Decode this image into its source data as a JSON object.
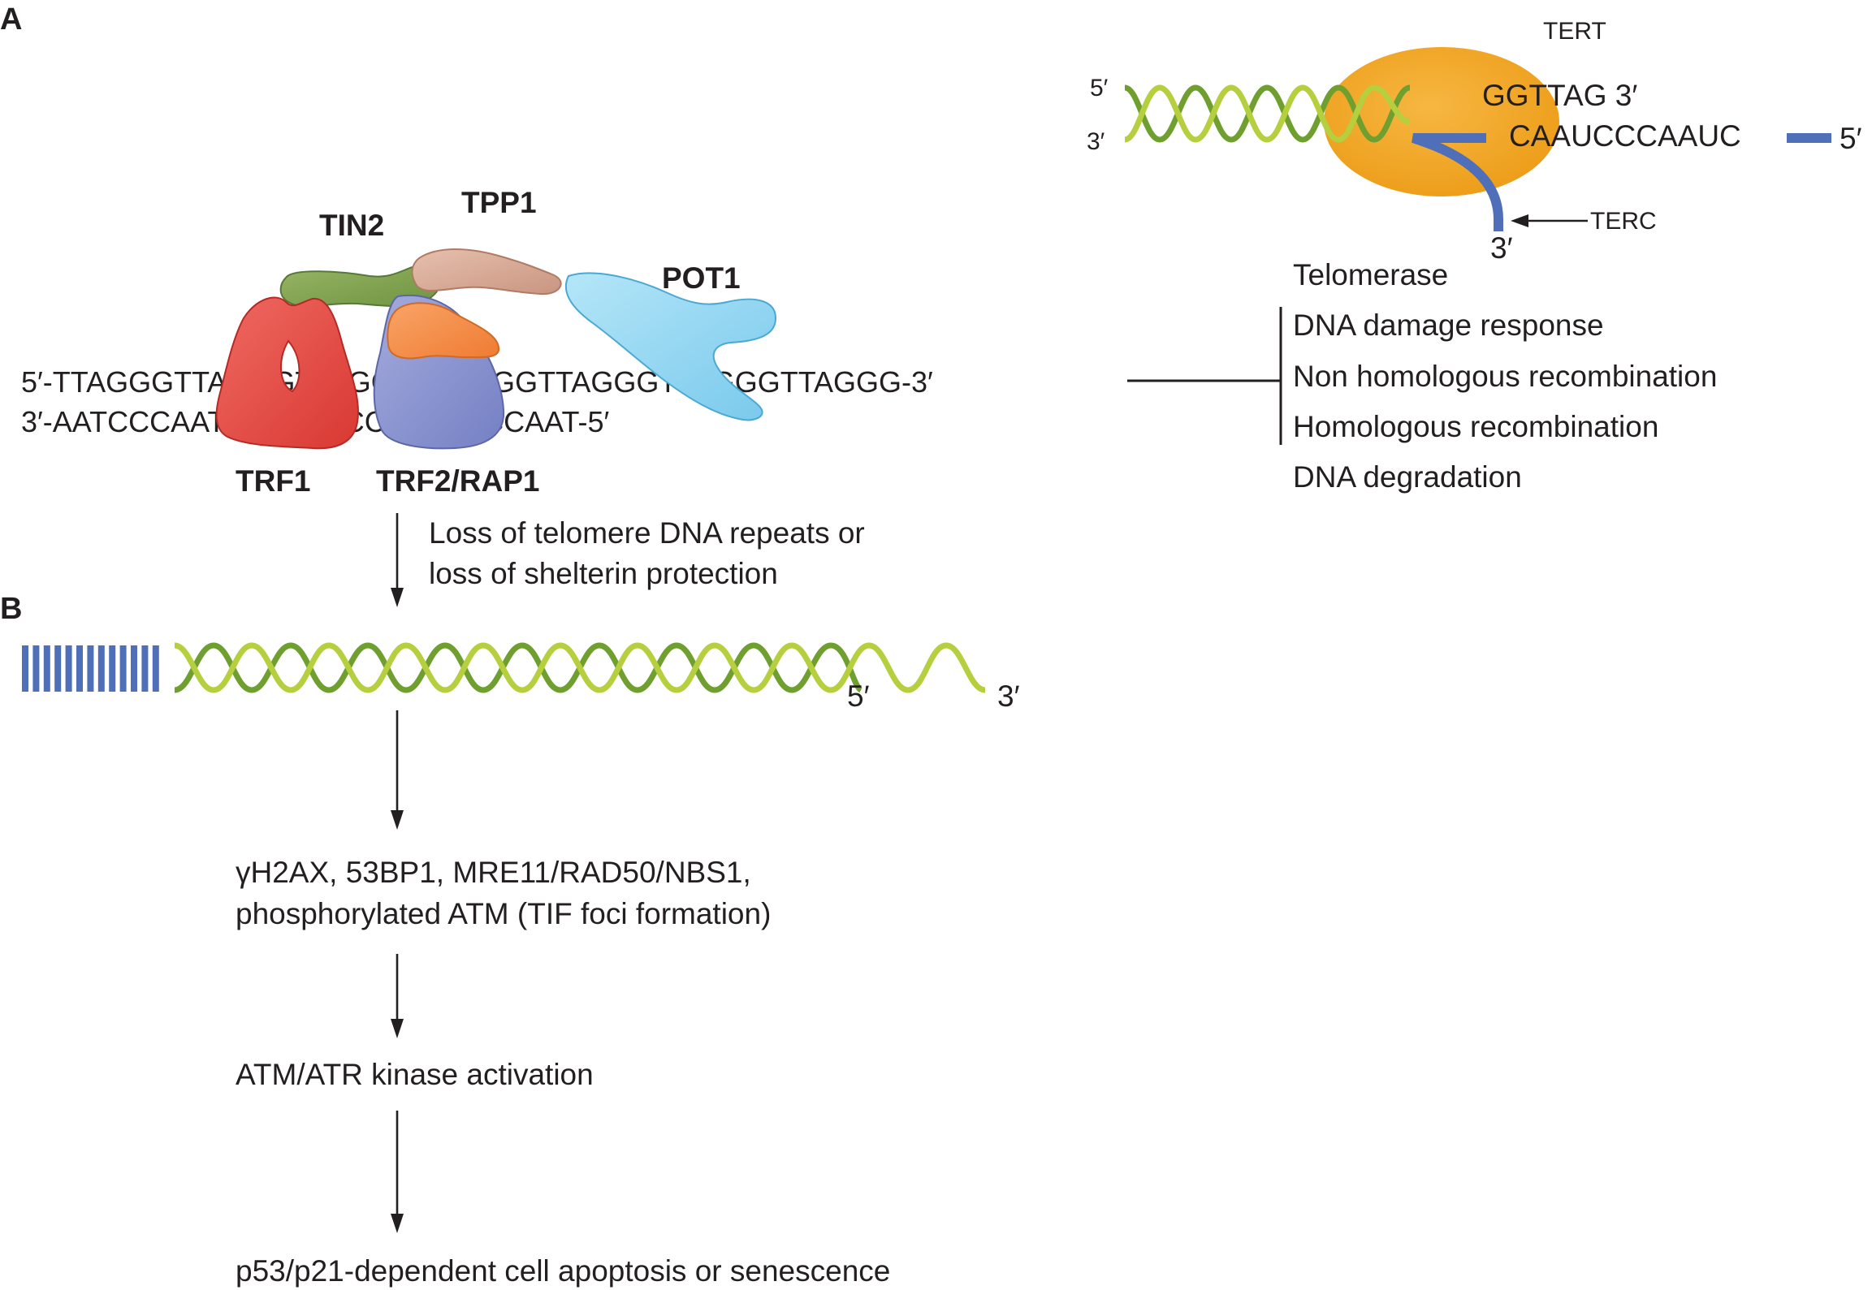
{
  "panel_a_label": "A",
  "panel_b_label": "B",
  "shelterin": {
    "strand_top": "5′-TTAGGGTTAGGGTTAGGGTTAGGGTTAGGGTTAGGGTTAGGG-3′",
    "strand_bottom": "3′-AATCCCAATCCCAATCCCAATCCCAAT-5′",
    "proteins": {
      "tin2": "TIN2",
      "tpp1": "TPP1",
      "pot1": "POT1",
      "trf1": "TRF1",
      "trf2_rap1": "TRF2/RAP1"
    },
    "colors": {
      "tin2": "#7ea04a",
      "tpp1": "#d4a592",
      "pot1": "#8fd3f0",
      "trf1": "#e04b45",
      "trf2": "#8691cf",
      "rap1": "#f59045"
    }
  },
  "telomerase": {
    "tert_label": "TERT",
    "terc_label": "TERC",
    "dna_5prime": "5′",
    "dna_3prime": "3′",
    "template_top": "GGTTAG 3′",
    "template_rna": "CAAUCCCAAUC",
    "rna_5prime": "5′",
    "rna_3prime": "3′",
    "colors": {
      "tert": "#f1a31e",
      "terc": "#4f6fb8",
      "dna_light": "#b5cf3e",
      "dna_dark": "#6f9f2f"
    }
  },
  "inhibited_processes": [
    "Telomerase",
    "DNA damage response",
    "Non homologous recombination",
    "Homologous recombination",
    "DNA degradation"
  ],
  "flow": {
    "step0_line1": "Loss of telomere DNA repeats or",
    "step0_line2": "loss of shelterin protection",
    "dna_5prime": "5′",
    "dna_3prime": "3′",
    "step1_line1": "γH2AX, 53BP1, MRE11/RAD50/NBS1,",
    "step1_line2": "phosphorylated ATM (TIF foci formation)",
    "step2": "ATM/ATR kinase activation",
    "step3": "p53/p21-dependent cell apoptosis or senescence"
  }
}
